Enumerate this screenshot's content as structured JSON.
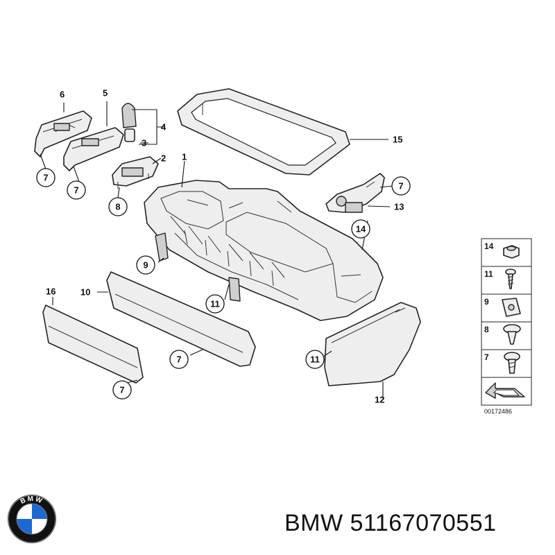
{
  "diagram": {
    "callouts": [
      "7",
      "7",
      "8",
      "9",
      "11",
      "7",
      "7",
      "11",
      "14",
      "7"
    ],
    "labels": [
      "6",
      "5",
      "4",
      "3",
      "2",
      "1",
      "15",
      "13",
      "16",
      "10",
      "12"
    ],
    "legend": {
      "items": [
        "14",
        "11",
        "9",
        "8",
        "7"
      ],
      "code": "00172486"
    }
  },
  "caption": {
    "brand": "BMW",
    "part_number": "51167070551"
  },
  "logo": {
    "lettering": "BMW",
    "colors": {
      "blue": "#1c69d4",
      "white": "#ffffff",
      "ring": "#111111"
    }
  }
}
